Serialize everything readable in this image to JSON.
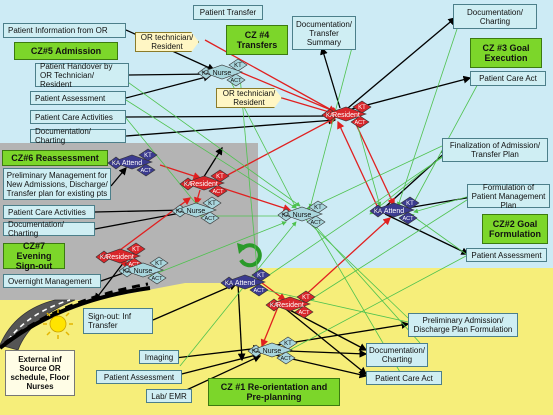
{
  "zones": {
    "cz5": "CZ#5 Admission",
    "cz4": "CZ #4 Transfers",
    "cz3": "CZ #3 Goal Execution",
    "cz6": "CZ#6 Reassessment",
    "cz7": "CZ#7 Evening Sign-out",
    "cz2": "CZ#2 Goal Formulation",
    "cz1": "CZ #1 Re-orientation and Pre-planning"
  },
  "boxes": {
    "patient_transfer": "Patient Transfer",
    "doc_transfer_summary": "Documentation/ Transfer Summary",
    "doc_charting_top": "Documentation/ Charting",
    "patient_info_from_or": "Patient Information from OR",
    "handover": "Patient Handover by OR Technician/ Resident",
    "patient_assessment_top": "Patient Assessment",
    "patient_care_activities_top": "Patient Care Activities",
    "doc_charting_left": "Documentation/ Charting",
    "patient_care_act_right": "Patient Care Act",
    "finalization": "Finalization of Admission/ Transfer Plan",
    "formulation": "Formulation of Patient Management Plan",
    "patient_assessment_right": "Patient Assessment",
    "prelim_mgmt": "Preliminary Management for New Admissions, Discharge/ Transfer plan for existing pts",
    "patient_care_activities_mid": "Patient Care Activities",
    "doc_charting_mid": "Documentation/ Charting",
    "overnight": "Overnight Management",
    "signout": "Sign-out: Inf Transfer",
    "imaging": "Imaging",
    "patient_assessment_bottom": "Patient Assessment",
    "lab_emr": "Lab/ EMR",
    "prelim_admission": "Preliminary Admission/ Discharge Plan Formulation",
    "doc_charting_bottom": "Documentation/ Charting",
    "patient_care_act_bottom": "Patient Care Act"
  },
  "tags": {
    "or_tech_1": "OR technician/ Resident",
    "or_tech_2": "OR technician/ Resident"
  },
  "external": "External inf Source OR schedule, Floor Nurses",
  "clusters": {
    "nurse_top": {
      "role": "Nurse",
      "kt": "KT",
      "ka": "KA",
      "act": "ACT"
    },
    "resident_top": {
      "role": "Resident",
      "kt": "KT",
      "ka": "KA",
      "act": "ACT"
    },
    "attend_mid": {
      "role": "Attend",
      "kt": "KT",
      "ka": "KA",
      "act": "ACT"
    },
    "resident_mid": {
      "role": "Resident",
      "kt": "KT",
      "ka": "KA",
      "act": "ACT"
    },
    "nurse_mid": {
      "role": "Nurse",
      "kt": "KT",
      "ka": "KA",
      "act": "ACT"
    },
    "resident_low": {
      "role": "Resident",
      "kt": "KT",
      "ka": "KA",
      "act": "ACT"
    },
    "nurse_low": {
      "role": "Nurse",
      "kt": "KT",
      "ka": "KA",
      "act": "ACT"
    },
    "nurse_center": {
      "role": "Nurse",
      "kt": "KT",
      "ka": "KA",
      "act": "ACT"
    },
    "attend_right": {
      "role": "Attend",
      "kt": "KT",
      "ka": "KA",
      "act": "ACT"
    },
    "attend_bottom": {
      "role": "Attend",
      "kt": "KT",
      "ka": "KA",
      "act": "ACT"
    },
    "resident_bottom": {
      "role": "Resident",
      "kt": "KT",
      "ka": "KA",
      "act": "ACT"
    },
    "nurse_bottom": {
      "role": "Nurse",
      "kt": "KT",
      "ka": "KA",
      "act": "ACT"
    }
  },
  "colors": {
    "sky": "#cdebf5",
    "gray_panel": "#b4b4b4",
    "sand": "#f6ee7a",
    "zone_green": "#7cd62a",
    "box_cyan": "#cfeef3",
    "attending": "#3b3b8f",
    "resident": "#d8262a",
    "nurse": "#a9d6dd",
    "black_link": "#000000",
    "red_link": "#e02020",
    "green_link": "#4fc24f",
    "sun": "#ffe400"
  },
  "icons": [
    "cycle-arrow-icon",
    "sun-icon",
    "road-icon",
    "dashed-road-icon"
  ]
}
